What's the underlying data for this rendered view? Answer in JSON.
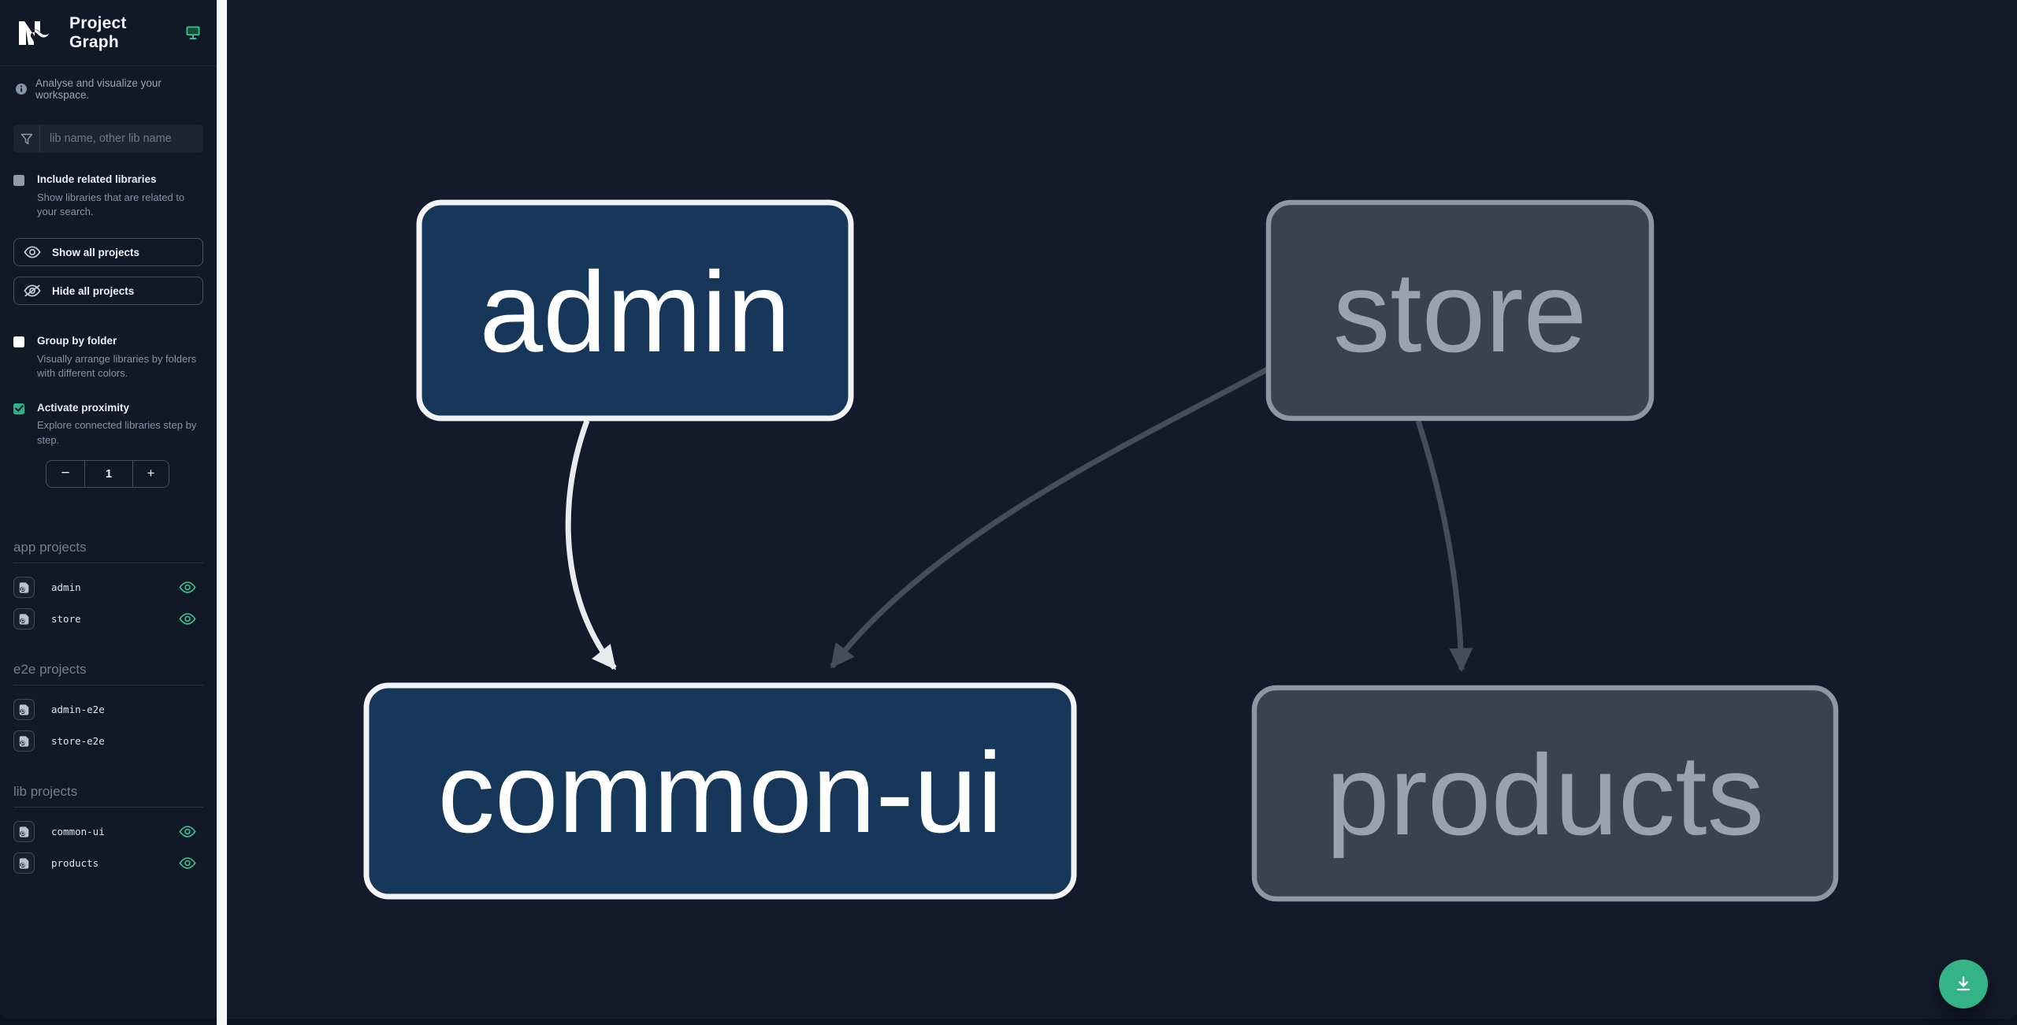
{
  "header": {
    "title": "Project Graph"
  },
  "sidebar": {
    "tagline": "Analyse and visualize your workspace.",
    "search_placeholder": "lib name, other lib name",
    "include_related": {
      "label": "Include related libraries",
      "description": "Show libraries that are related to your search.",
      "checked": false
    },
    "buttons": {
      "show_all": "Show all projects",
      "hide_all": "Hide all projects"
    },
    "group_by_folder": {
      "label": "Group by folder",
      "description": "Visually arrange libraries by folders with different colors.",
      "checked": false
    },
    "activate_proximity": {
      "label": "Activate proximity",
      "description": "Explore connected libraries step by step.",
      "checked": true
    },
    "stepper": {
      "decrement": "−",
      "value": "1",
      "increment": "+"
    },
    "sections": [
      {
        "title": "app projects",
        "items": [
          {
            "name": "admin",
            "visible": true
          },
          {
            "name": "store",
            "visible": true
          }
        ]
      },
      {
        "title": "e2e projects",
        "items": [
          {
            "name": "admin-e2e",
            "visible": false
          },
          {
            "name": "store-e2e",
            "visible": false
          }
        ]
      },
      {
        "title": "lib projects",
        "items": [
          {
            "name": "common-ui",
            "visible": true
          },
          {
            "name": "products",
            "visible": true
          }
        ]
      }
    ]
  },
  "graph": {
    "nodes": [
      {
        "id": "admin",
        "label": "admin",
        "style": "focused"
      },
      {
        "id": "store",
        "label": "store",
        "style": "dimmed"
      },
      {
        "id": "common-ui",
        "label": "common-ui",
        "style": "focused"
      },
      {
        "id": "products",
        "label": "products",
        "style": "dimmed"
      }
    ],
    "edges": [
      {
        "from": "admin",
        "to": "common-ui",
        "style": "highlighted"
      },
      {
        "from": "store",
        "to": "common-ui",
        "style": "dimmed"
      },
      {
        "from": "store",
        "to": "products",
        "style": "dimmed"
      }
    ]
  },
  "colors": {
    "accent_green": "#34b486",
    "eye_green": "#3abf8e",
    "focused_node_fill": "#17375a",
    "focused_node_border": "#f2f3f5",
    "dimmed_node_fill": "#3b414f",
    "dimmed_node_border": "#8f96a2",
    "canvas_bg": "#131a2b",
    "sidebar_bg": "#111927",
    "edge_light": "#e9eaee",
    "edge_dim": "#454d5d"
  }
}
